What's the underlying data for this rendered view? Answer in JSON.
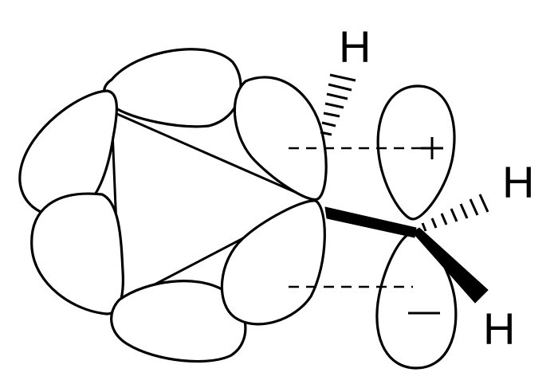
{
  "labels": {
    "h_top": "H",
    "h_right": "H",
    "h_bottom": "H"
  },
  "phase_signs": {
    "upper": "plus",
    "lower": "minus"
  },
  "colors": {
    "stroke": "#000000",
    "fill": "#ffffff"
  }
}
